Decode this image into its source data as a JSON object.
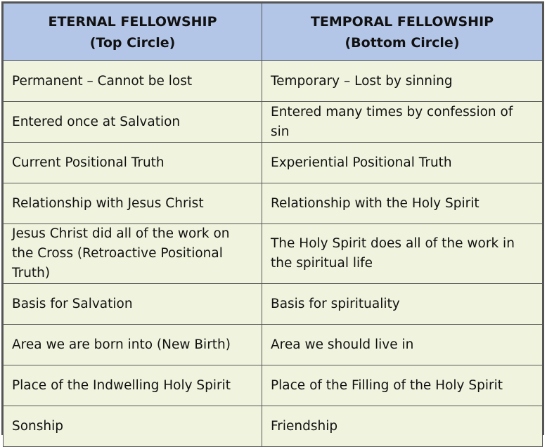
{
  "header": {
    "left": {
      "title": "ETERNAL FELLOWSHIP",
      "subtitle": "(Top Circle)"
    },
    "right": {
      "title": "TEMPORAL FELLOWSHIP",
      "subtitle": "(Bottom Circle)"
    }
  },
  "rows": [
    {
      "eternal": "Permanent – Cannot be lost",
      "temporal": "Temporary – Lost by sinning"
    },
    {
      "eternal": "Entered once at Salvation",
      "temporal": "Entered many times by confession of sin"
    },
    {
      "eternal": "Current Positional Truth",
      "temporal": "Experiential Positional Truth"
    },
    {
      "eternal": "Relationship with Jesus Christ",
      "temporal": "Relationship with the Holy Spirit"
    },
    {
      "eternal": "Jesus Christ did all of the work on the Cross (Retroactive Positional Truth)",
      "temporal": "The Holy Spirit does all of the work in the spiritual life"
    },
    {
      "eternal": "Basis for Salvation",
      "temporal": "Basis for spirituality"
    },
    {
      "eternal": "Area we are born into (New Birth)",
      "temporal": "Area we should live in"
    },
    {
      "eternal": "Place of the Indwelling Holy Spirit",
      "temporal": "Place of the Filling of the Holy Spirit"
    },
    {
      "eternal": "Sonship",
      "temporal": "Friendship"
    }
  ],
  "colors": {
    "header_background": "#b4c6e7",
    "cell_background": "#f0f4de",
    "border": "#555555"
  }
}
